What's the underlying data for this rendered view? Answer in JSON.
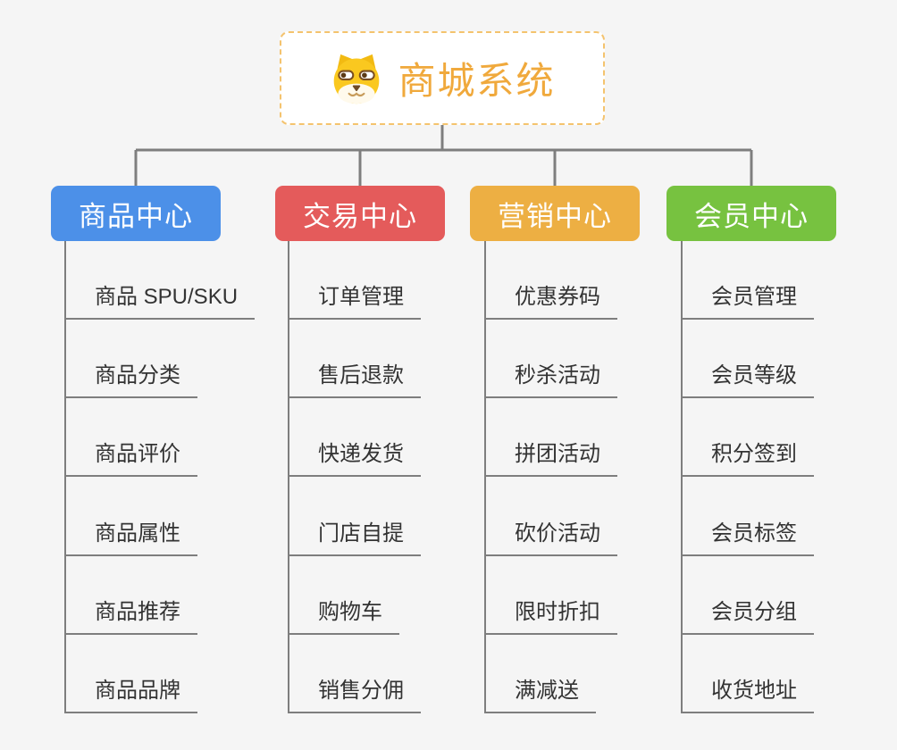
{
  "canvas": {
    "background": "#F5F5F5",
    "line_color": "#7E7E7E",
    "leaf_text_color": "#333333"
  },
  "root": {
    "title": "商城系统",
    "icon": "shiba-dog-face-icon",
    "text_color": "#F0A93C",
    "border_color": "#F4C36E"
  },
  "branches": [
    {
      "label": "商品中心",
      "color": "#4C90E8",
      "items": [
        "商品 SPU/SKU",
        "商品分类",
        "商品评价",
        "商品属性",
        "商品推荐",
        "商品品牌"
      ]
    },
    {
      "label": "交易中心",
      "color": "#E45B5B",
      "items": [
        "订单管理",
        "售后退款",
        "快递发货",
        "门店自提",
        "购物车",
        "销售分佣"
      ]
    },
    {
      "label": "营销中心",
      "color": "#EDAF43",
      "items": [
        "优惠券码",
        "秒杀活动",
        "拼团活动",
        "砍价活动",
        "限时折扣",
        "满减送"
      ]
    },
    {
      "label": "会员中心",
      "color": "#77C240",
      "items": [
        "会员管理",
        "会员等级",
        "积分签到",
        "会员标签",
        "会员分组",
        "收货地址"
      ]
    }
  ]
}
